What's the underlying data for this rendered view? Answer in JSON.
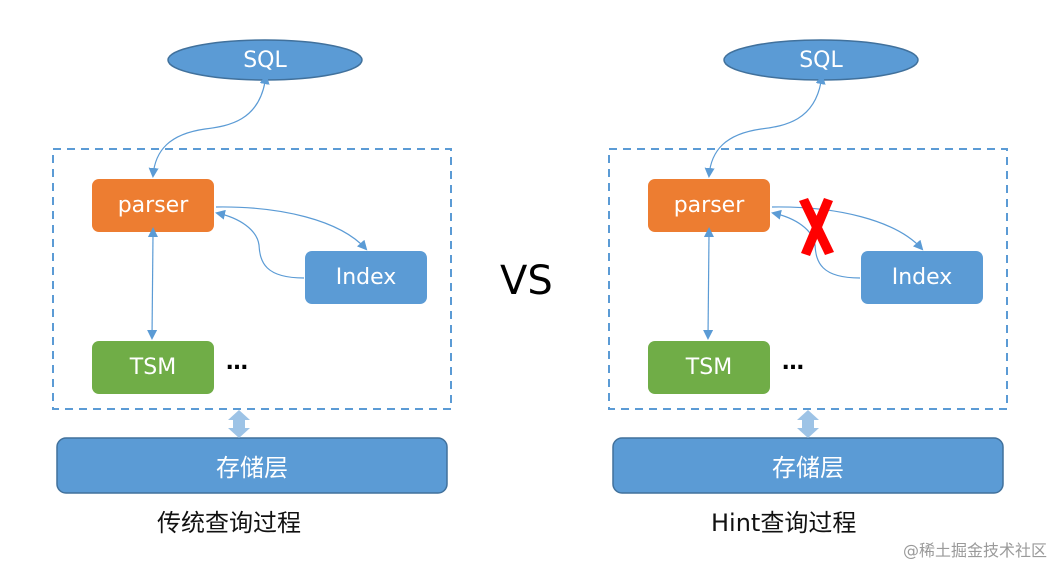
{
  "colors": {
    "blue": "#5b9bd5",
    "blue_border": "#41719c",
    "orange": "#ed7d31",
    "green": "#70ad47",
    "arrow_light": "#9dc3e6",
    "cross": "#ff0000"
  },
  "vs_label": "VS",
  "watermark": "@稀土掘金技术社区",
  "panels": [
    {
      "id": "traditional",
      "sql": "SQL",
      "parser": "parser",
      "index": "Index",
      "tsm": "TSM",
      "ellipsis": "…",
      "storage": "存储层",
      "caption": "传统查询过程",
      "index_path_blocked": false
    },
    {
      "id": "hint",
      "sql": "SQL",
      "parser": "parser",
      "index": "Index",
      "tsm": "TSM",
      "ellipsis": "…",
      "storage": "存储层",
      "caption": "Hint查询过程",
      "index_path_blocked": true
    }
  ]
}
